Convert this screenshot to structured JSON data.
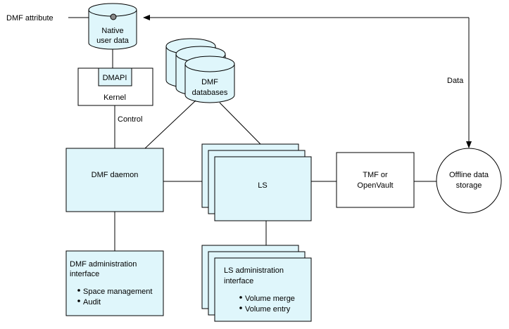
{
  "labels": {
    "dmf_attribute": "DMF attribute",
    "native_user_data_1": "Native",
    "native_user_data_2": "user data",
    "dmapi": "DMAPI",
    "kernel": "Kernel",
    "control": "Control",
    "dmf_databases_1": "DMF",
    "dmf_databases_2": "databases",
    "data": "Data",
    "dmf_daemon": "DMF daemon",
    "ls": "LS",
    "tmf_1": "TMF or",
    "tmf_2": "OpenVault",
    "offline_1": "Offline data",
    "offline_2": "storage",
    "dmf_admin_1": "DMF administration",
    "dmf_admin_2": "interface",
    "dmf_admin_items": [
      "Space management",
      "Audit"
    ],
    "ls_admin_1": "LS administration",
    "ls_admin_2": "interface",
    "ls_admin_items": [
      "Volume merge",
      "Volume entry"
    ]
  },
  "colors": {
    "box_fill": "#dff6fb",
    "line": "#000000"
  }
}
